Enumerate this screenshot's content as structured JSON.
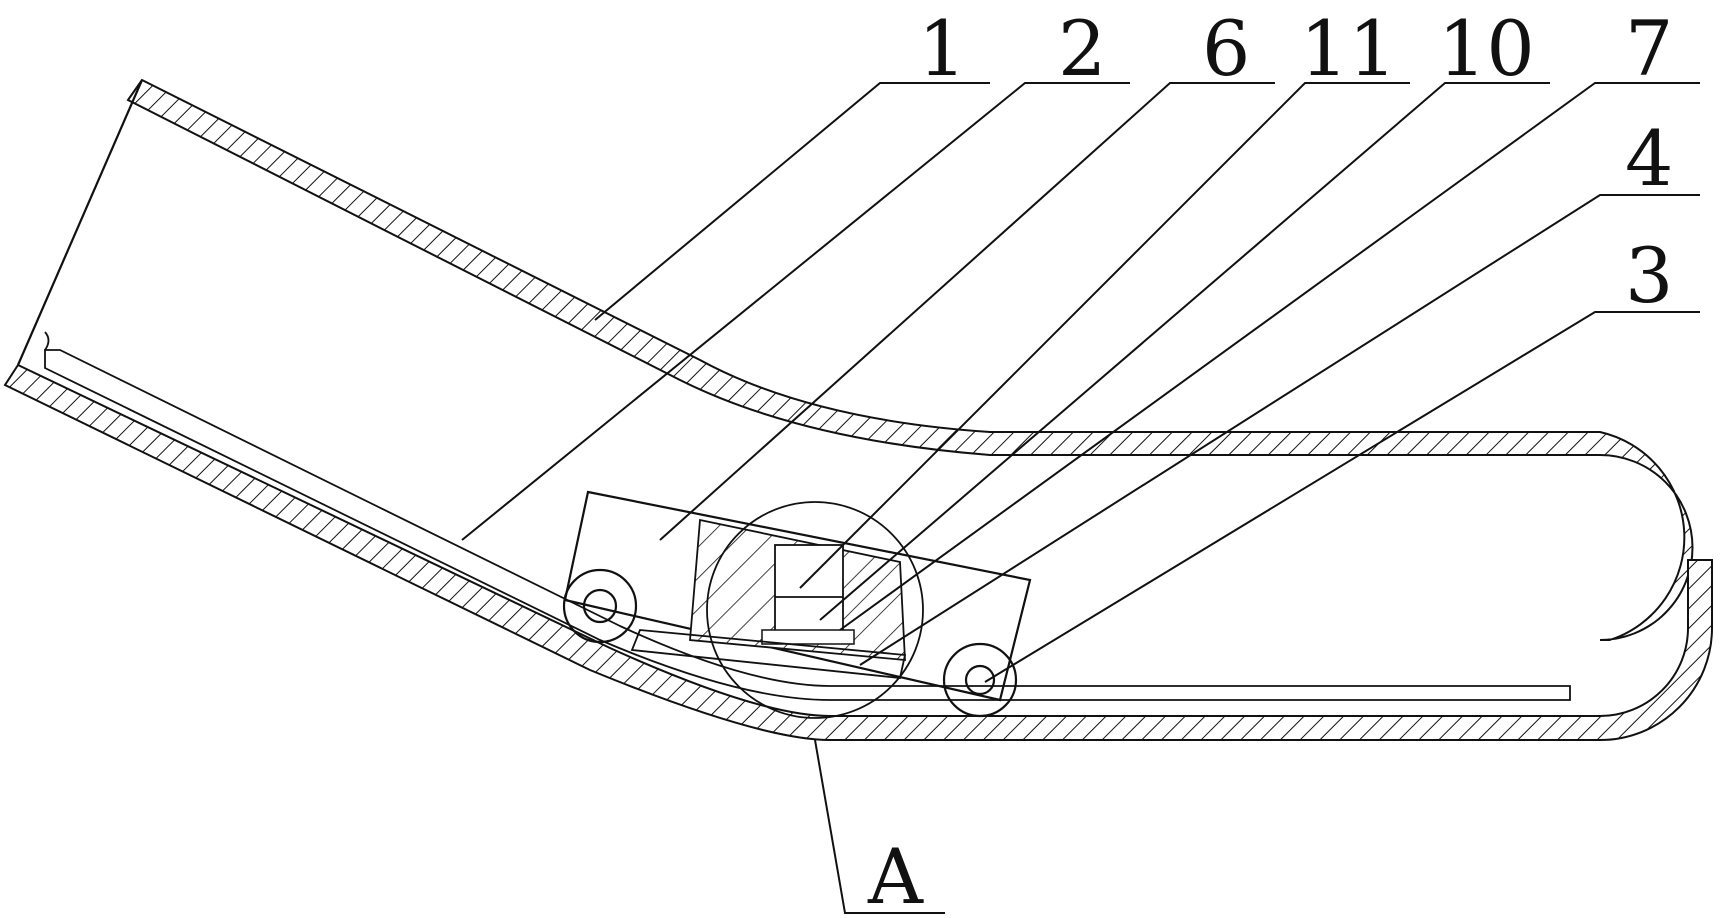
{
  "reference_labels": {
    "r1": "1",
    "r2": "2",
    "r6": "6",
    "r11": "11",
    "r10": "10",
    "r7": "7",
    "r4": "4",
    "r3": "3",
    "rA": "A"
  },
  "colors": {
    "line": "#111111",
    "background": "#ffffff"
  }
}
